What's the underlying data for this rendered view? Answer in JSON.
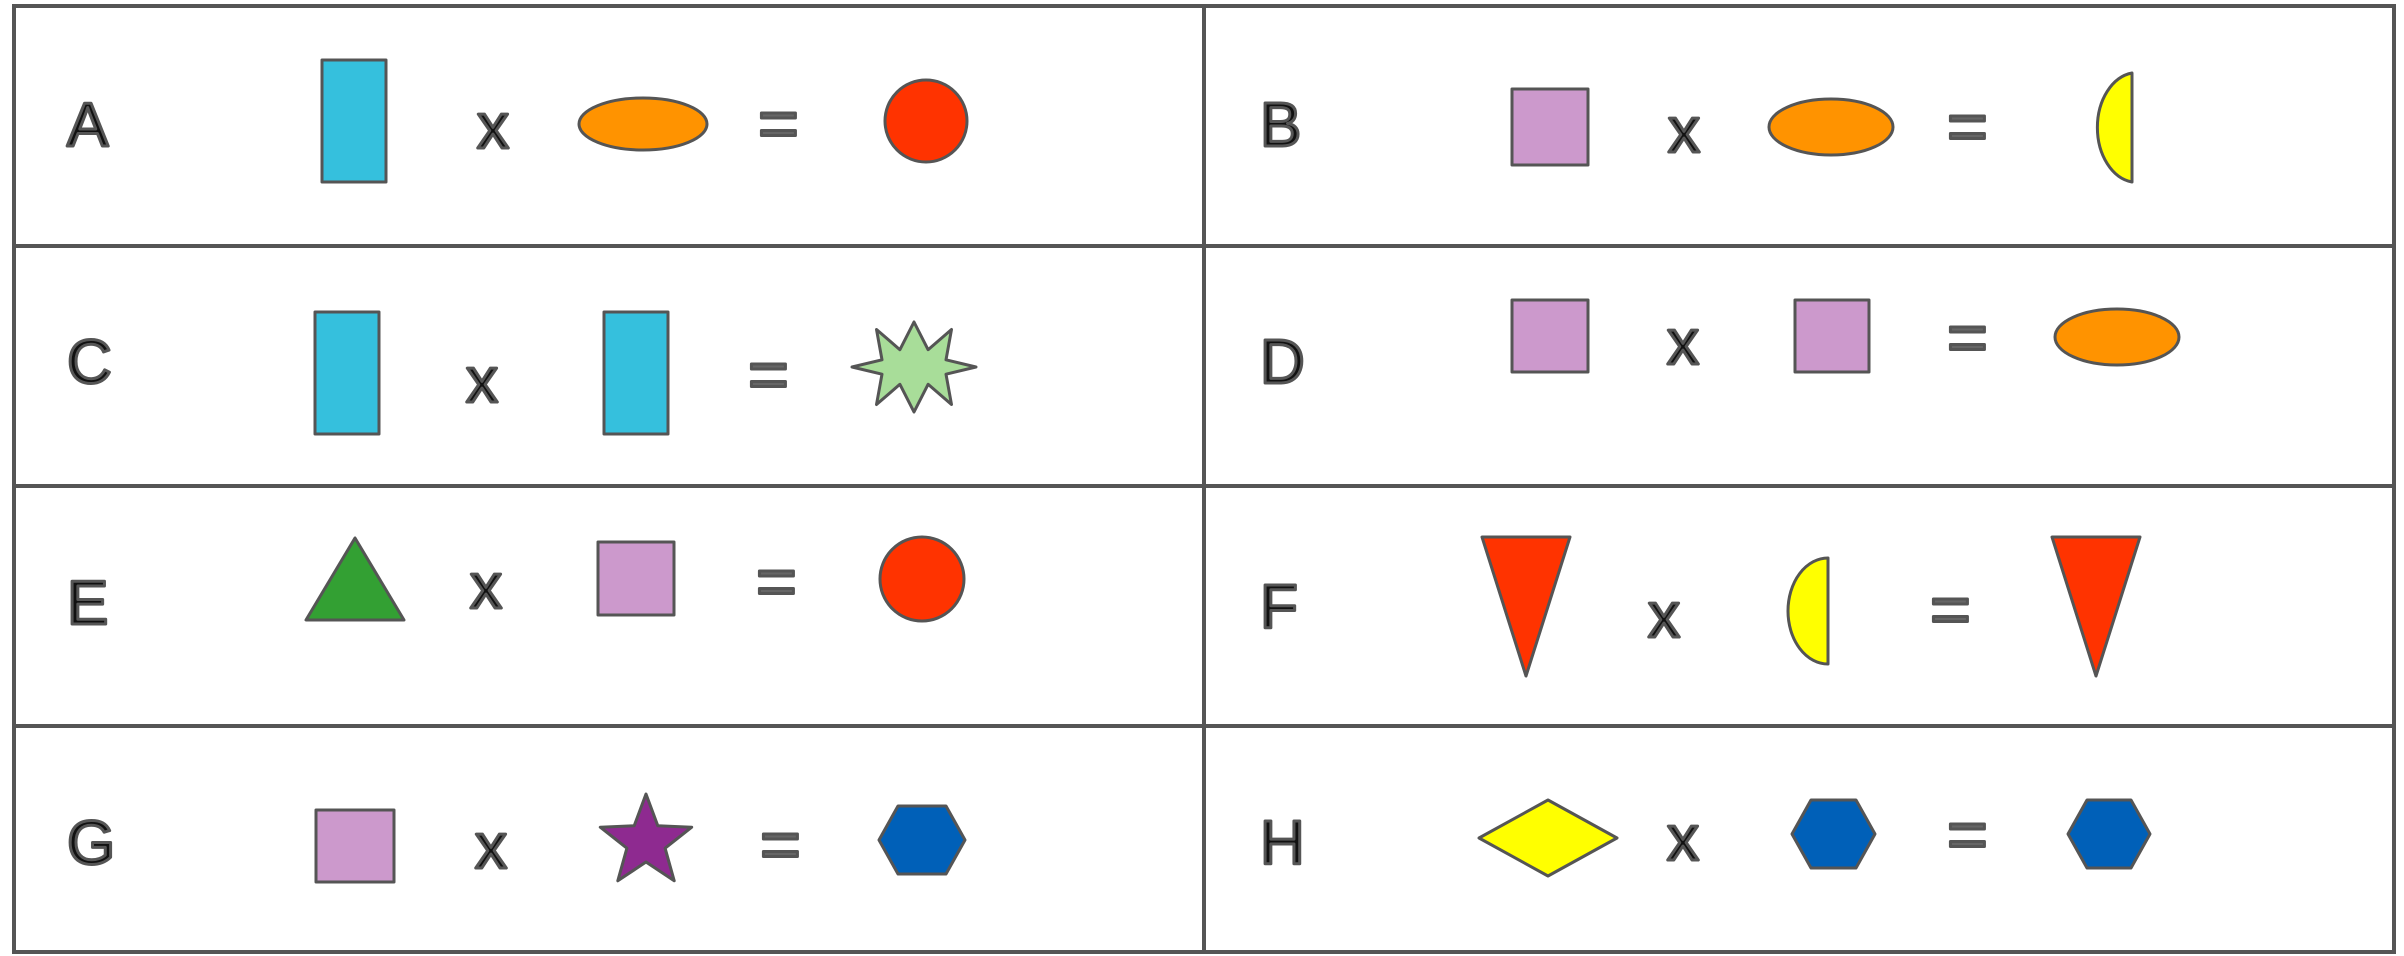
{
  "puzzle": {
    "rows": [
      {
        "letter": "A",
        "times": "x",
        "equals": "=",
        "left": "blue-rectangle",
        "right": "orange-ellipse",
        "result": "red-circle"
      },
      {
        "letter": "B",
        "times": "x",
        "equals": "=",
        "left": "pink-square",
        "right": "orange-ellipse",
        "result": "yellow-half-circle"
      },
      {
        "letter": "C",
        "times": "x",
        "equals": "=",
        "left": "blue-rectangle",
        "right": "blue-rectangle",
        "result": "green-starburst"
      },
      {
        "letter": "D",
        "times": "x",
        "equals": "=",
        "left": "pink-square",
        "right": "pink-square",
        "result": "orange-ellipse"
      },
      {
        "letter": "E",
        "times": "x",
        "equals": "=",
        "left": "green-triangle",
        "right": "pink-square",
        "result": "red-circle"
      },
      {
        "letter": "F",
        "times": "x",
        "equals": "=",
        "left": "red-inverted-triangle",
        "right": "yellow-half-circle",
        "result": "red-inverted-triangle"
      },
      {
        "letter": "G",
        "times": "x",
        "equals": "=",
        "left": "pink-square",
        "right": "purple-star",
        "result": "blue-hexagon"
      },
      {
        "letter": "H",
        "times": "x",
        "equals": "=",
        "left": "yellow-diamond",
        "right": "blue-hexagon",
        "result": "blue-hexagon"
      }
    ]
  },
  "colors": {
    "grid_line": "#555555",
    "blue_rectangle": "#35C0DD",
    "orange_ellipse": "#FF9300",
    "red_shape": "#FF3300",
    "pink_square": "#CC99CC",
    "yellow_shape": "#FFFF00",
    "light_green_starburst": "#A8DD99",
    "green_triangle": "#33A033",
    "purple_star": "#8E2A90",
    "blue_hexagon": "#0060B8",
    "shape_outline": "#555555"
  }
}
